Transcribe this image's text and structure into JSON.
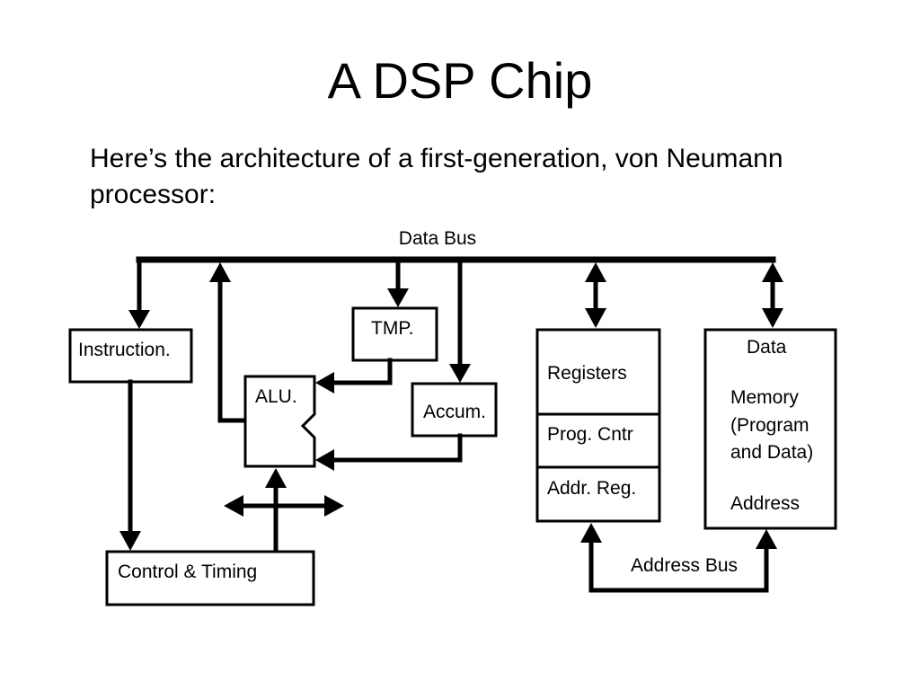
{
  "slide": {
    "title": "A DSP Chip",
    "intro": "Here’s the architecture of a first-generation, von Neumann processor:"
  },
  "diagram": {
    "data_bus_label": "Data Bus",
    "address_bus_label": "Address Bus",
    "blocks": {
      "instruction": "Instruction.",
      "tmp": "TMP.",
      "alu": "ALU.",
      "accum": "Accum.",
      "registers": "Registers",
      "prog_cntr": "Prog. Cntr",
      "addr_reg": "Addr. Reg.",
      "control_timing": "Control & Timing"
    },
    "memory": {
      "line1": "Data",
      "line2": "Memory",
      "line3": "(Program",
      "line4": "and Data)",
      "line5": "Address"
    }
  }
}
